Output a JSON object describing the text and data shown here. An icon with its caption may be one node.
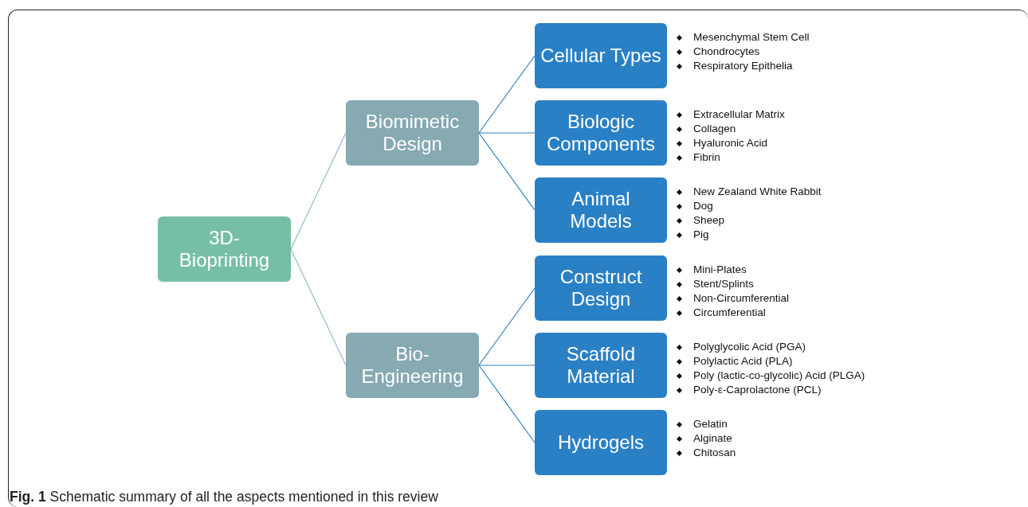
{
  "diagram": {
    "caption": "**Fig. 1** Schematic summary of all the aspects mentioned in this review",
    "nodes": [
      {
        "text": [
          "3D-Bioprinting"
        ]
      },
      {
        "text": [
          "Biomimetic Design"
        ]
      },
      {
        "text": [
          "Bio-Engineering"
        ]
      },
      {
        "text": [
          "Cellular Types"
        ],
        "beside": [
          "Mesenchymal Stem Cell",
          "Chondrocytes",
          "Respiratory Epithelia"
        ]
      },
      {
        "text": [
          "Biologic Components"
        ],
        "beside": [
          "Extracellular Matrix",
          "Collagen",
          "Hyaluronic Acid",
          "Fibrin"
        ]
      },
      {
        "text": [
          "Animal Models"
        ],
        "beside": [
          "New Zealand White Rabbit",
          "Dog",
          "Sheep",
          "Pig"
        ]
      },
      {
        "text": [
          "Construct Design"
        ],
        "beside": [
          "Mini-Plates",
          "Stent/Splints",
          "Non-Circumferential",
          "Circumferential"
        ]
      },
      {
        "text": [
          "Scaffold Material"
        ],
        "beside": [
          "Polyglycolic Acid (PGA)",
          "Polylactic Acid (PLA)",
          "Poly (lactic-co-glycolic) Acid (PLGA)",
          "Poly-ε-Caprolactone (PCL)"
        ]
      },
      {
        "text": [
          "Hydrogels"
        ],
        "beside": [
          "Gelatin",
          "Alginate",
          "Chitosan"
        ]
      }
    ],
    "edges": [
      {
        "from": 0,
        "to": 1,
        "arrow": "none",
        "color": "#93bcc2"
      },
      {
        "from": 0,
        "to": 2,
        "arrow": "none",
        "color": "#93bcc2"
      },
      {
        "from": 1,
        "to": 3,
        "arrow": "none"
      },
      {
        "from": 1,
        "to": 4,
        "arrow": "none"
      },
      {
        "from": 1,
        "to": 5,
        "arrow": "none"
      },
      {
        "from": 2,
        "to": 6,
        "arrow": "none"
      },
      {
        "from": 2,
        "to": 7,
        "arrow": "none"
      },
      {
        "from": 2,
        "to": 8,
        "arrow": "none"
      }
    ]
  }
}
